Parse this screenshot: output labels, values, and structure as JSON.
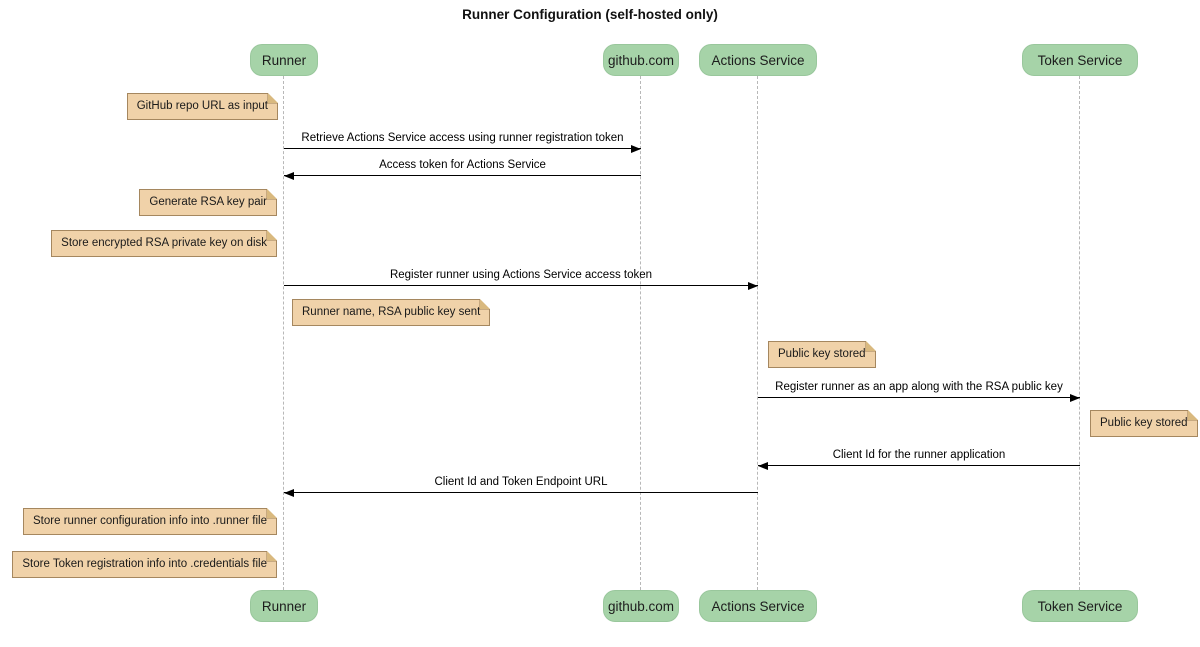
{
  "title": "Runner Configuration (self-hosted only)",
  "participants": [
    {
      "label": "Runner"
    },
    {
      "label": "github.com"
    },
    {
      "label": "Actions Service"
    },
    {
      "label": "Token Service"
    }
  ],
  "messages": [
    {
      "label": "Retrieve Actions Service access using runner registration token",
      "from": "Runner",
      "to": "github.com",
      "direction": "right"
    },
    {
      "label": "Access token for Actions Service",
      "from": "github.com",
      "to": "Runner",
      "direction": "left"
    },
    {
      "label": "Register runner using Actions Service access token",
      "from": "Runner",
      "to": "Actions Service",
      "direction": "right"
    },
    {
      "label": "Register runner as an app along with the RSA public key",
      "from": "Actions Service",
      "to": "Token Service",
      "direction": "right"
    },
    {
      "label": "Client Id for the runner application",
      "from": "Token Service",
      "to": "Actions Service",
      "direction": "left"
    },
    {
      "label": "Client Id and Token Endpoint URL",
      "from": "Actions Service",
      "to": "Runner",
      "direction": "left"
    }
  ],
  "notes": [
    {
      "text": "GitHub repo URL as input",
      "placement": "left of Runner"
    },
    {
      "text": "Generate RSA key pair",
      "placement": "left of Runner"
    },
    {
      "text": "Store encrypted RSA private key on disk",
      "placement": "left of Runner"
    },
    {
      "text": "Runner name, RSA public key sent",
      "placement": "right of Runner"
    },
    {
      "text": "Public key stored",
      "placement": "right of Actions Service"
    },
    {
      "text": "Public key stored",
      "placement": "right of Token Service"
    },
    {
      "text": "Store runner configuration info into .runner file",
      "placement": "left of Runner"
    },
    {
      "text": "Store Token registration info into .credentials file",
      "placement": "left of Runner"
    }
  ],
  "colors": {
    "participant_fill": "#a6d3a8",
    "note_fill": "#f0d2a9",
    "note_border": "#a5875f",
    "lifeline": "#b8b8b8",
    "arrow": "#000000",
    "text": "#1a1a1a"
  }
}
